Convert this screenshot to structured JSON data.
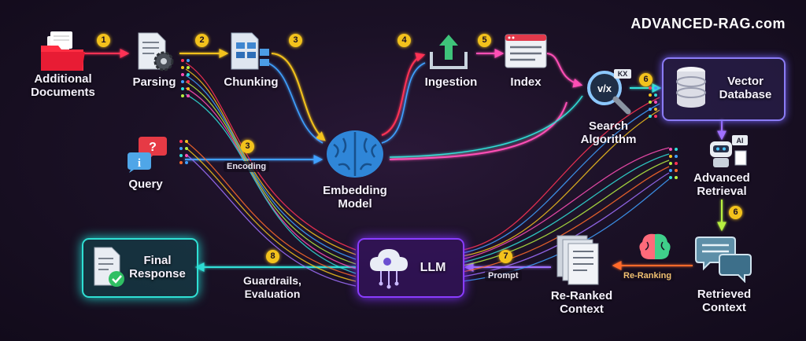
{
  "brand": "ADVANCED-RAG.com",
  "nodes": {
    "additional_documents": "Additional\nDocuments",
    "parsing": "Parsing",
    "chunking": "Chunking",
    "ingestion": "Ingestion",
    "index": "Index",
    "search_algorithm": "Search\nAlgorithm",
    "vector_database": "Vector\nDatabase",
    "query": "Query",
    "embedding_model": "Embedding\nModel",
    "advanced_retrieval": "Advanced\nRetrieval",
    "retrieved_context": "Retrieved\nContext",
    "re_ranked_context": "Re-Ranked\nContext",
    "llm": "LLM",
    "final_response": "Final\nResponse"
  },
  "edges": {
    "encoding": "Encoding",
    "prompt": "Prompt",
    "re_ranking": "Re-Ranking",
    "guardrails": "Guardrails,\nEvaluation"
  },
  "steps": {
    "s1": "1",
    "s2": "2",
    "s3a": "3",
    "s3b": "3",
    "s4": "4",
    "s5": "5",
    "s6a": "6",
    "s6b": "6",
    "s7": "7",
    "s8": "8"
  },
  "icon_texts": {
    "search": "v/x",
    "search_tag": "KX",
    "ai_tag": "AI",
    "query_q": "?",
    "query_i": "i"
  },
  "colors": {
    "accent_yellow": "#f3c21c",
    "final_response": "#2fe0d4",
    "llm": "#8a3cff",
    "vector_database": "#8b7cf5",
    "embedding": "#2f86d8"
  },
  "icons": [
    "folder-icon",
    "document-gear-icon",
    "chunk-blocks-icon",
    "upload-tray-icon",
    "browser-list-icon",
    "magnifier-icon",
    "database-icon",
    "question-bubbles-icon",
    "brain-icon",
    "robot-ai-icon",
    "chat-bubbles-icon",
    "colored-brain-icon",
    "document-stack-icon",
    "cloud-circuit-icon",
    "document-check-icon"
  ]
}
